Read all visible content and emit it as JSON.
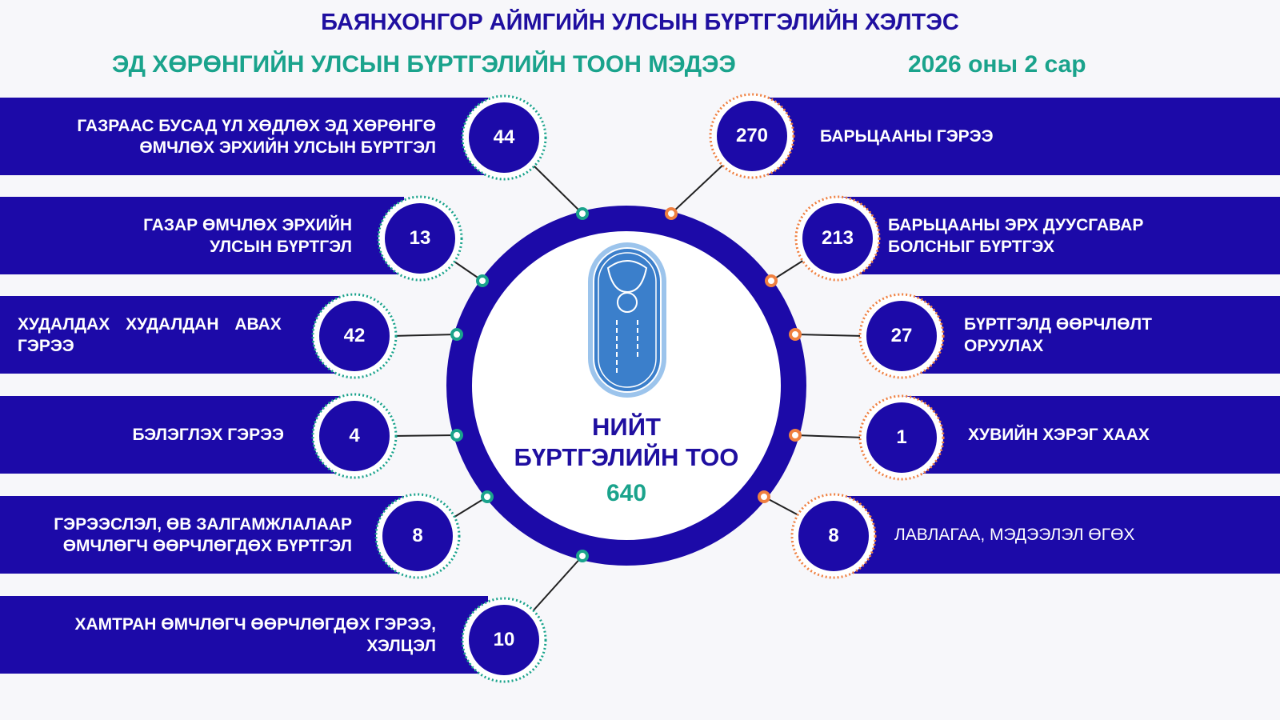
{
  "header": {
    "title": "БАЯНХОНГОР АЙМГИЙН УЛСЫН БҮРТГЭЛИЙН ХЭЛТЭС",
    "subtitle": "ЭД ХӨРӨНГИЙН УЛСЫН БҮРТГЭЛИЙН ТООН МЭДЭЭ",
    "period": "2026 оны 2 сар"
  },
  "center": {
    "label": "НИЙТ БҮРТГЭЛИЙН ТОО",
    "total": "640"
  },
  "colors": {
    "navy": "#1c0aa8",
    "teal": "#1aa38c",
    "orange": "#f08040"
  },
  "left": [
    {
      "label": "ГАЗРААС БУСАД ҮЛ ХӨДЛӨХ ЭД ХӨРӨНГӨ ӨМЧЛӨХ ЭРХИЙН УЛСЫН БҮРТГЭЛ",
      "value": "44"
    },
    {
      "label": "ГАЗАР ӨМЧЛӨХ ЭРХИЙН УЛСЫН БҮРТГЭЛ",
      "value": "13"
    },
    {
      "label": "ХУДАЛДАХ ХУДАЛДАН АВАХ ГЭРЭЭ",
      "value": "42"
    },
    {
      "label": "БЭЛЭГЛЭХ ГЭРЭЭ",
      "value": "4"
    },
    {
      "label": "ГЭРЭЭСЛЭЛ, ӨВ ЗАЛГАМЖЛАЛААР ӨМЧЛӨГЧ ӨӨРЧЛӨГДӨХ БҮРТГЭЛ",
      "value": "8"
    },
    {
      "label": "ХАМТРАН ӨМЧЛӨГЧ ӨӨРЧЛӨГДӨХ ГЭРЭЭ, ХЭЛЦЭЛ",
      "value": "10"
    }
  ],
  "right": [
    {
      "label": "БАРЬЦААНЫ ГЭРЭЭ",
      "value": "270"
    },
    {
      "label": "БАРЬЦААНЫ ЭРХ ДУУСГАВАР БОЛСНЫГ БҮРТГЭХ",
      "value": "213"
    },
    {
      "label": "БҮРТГЭЛД ӨӨРЧЛӨЛТ ОРУУЛАХ",
      "value": "27"
    },
    {
      "label": "ХУВИЙН ХЭРЭГ ХААХ",
      "value": "1"
    },
    {
      "label": "ЛАВЛАГАА, МЭДЭЭЛЭЛ ӨГӨХ",
      "value": "8"
    }
  ]
}
